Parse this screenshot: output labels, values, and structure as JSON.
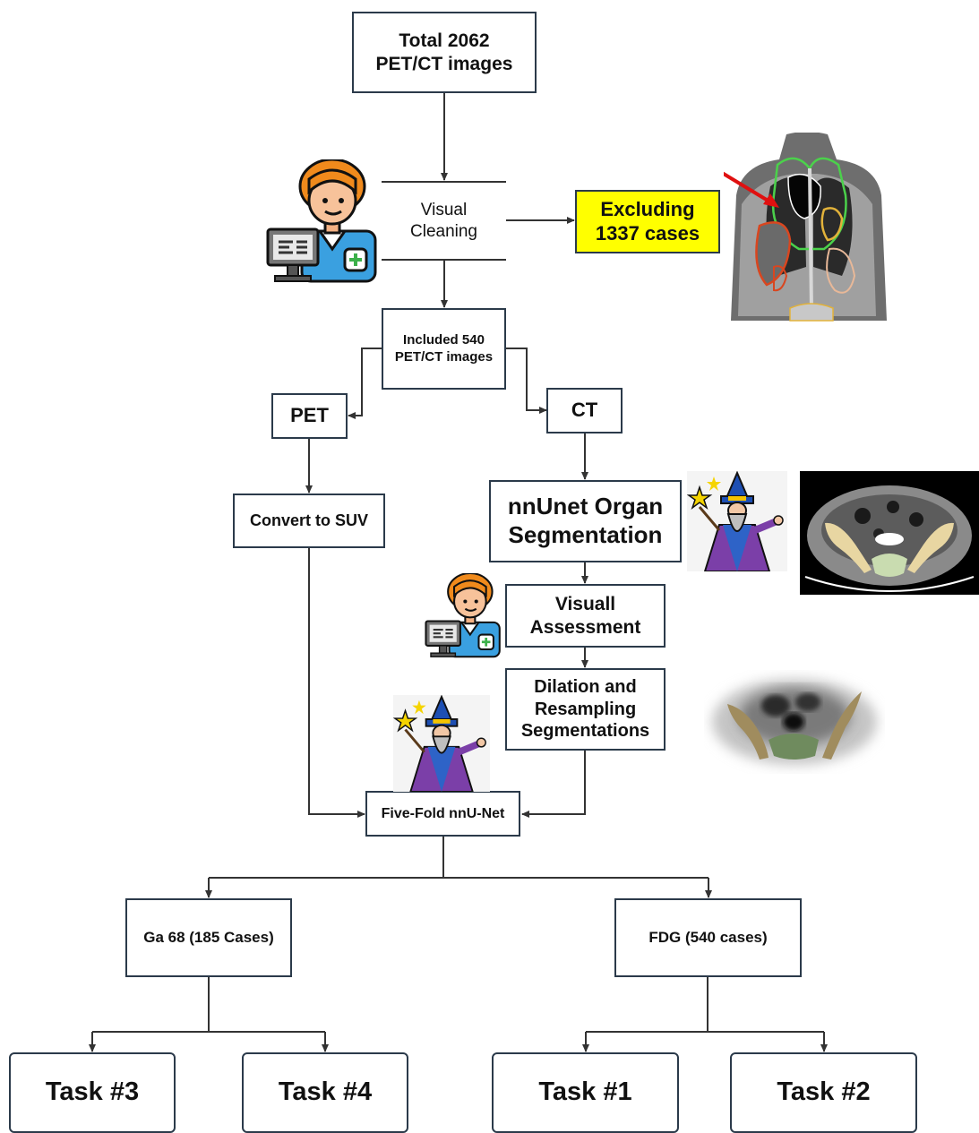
{
  "nodes": {
    "total": "Total 2062\nPET/CT images",
    "visual_cleaning": "Visual\nCleaning",
    "excluding": "Excluding\n1337 cases",
    "included": "Included 540\nPET/CT images",
    "pet": "PET",
    "ct": "CT",
    "convert_suv": "Convert to SUV",
    "nnunet_organ": "nnUnet Organ\nSegmentation",
    "visual_assessment": "Visuall\nAssessment",
    "dilation": "Dilation and\nResampling\nSegmentations",
    "five_fold": "Five-Fold nnU-Net",
    "ga68": "Ga 68 (185 Cases)",
    "fdg": "FDG (540 cases)",
    "task3": "Task #3",
    "task4": "Task #4",
    "task1": "Task #1",
    "task2": "Task #2"
  },
  "colors": {
    "box_border": "#2b3a4a",
    "excluding_fill": "#ffff00",
    "arrow": "#333333"
  }
}
